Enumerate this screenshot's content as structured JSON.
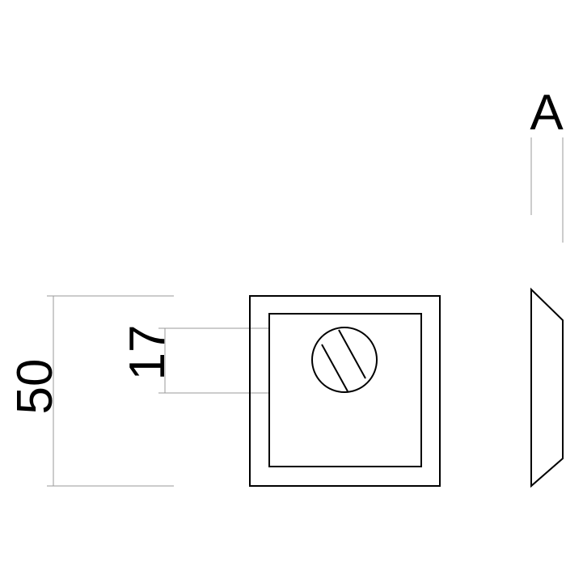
{
  "dimensions": {
    "overall_height": "50",
    "knob_height": "17"
  },
  "section_label": "A",
  "colors": {
    "outline": "#000000",
    "dimension_line": "#9a9a9a",
    "background": "#ffffff"
  }
}
